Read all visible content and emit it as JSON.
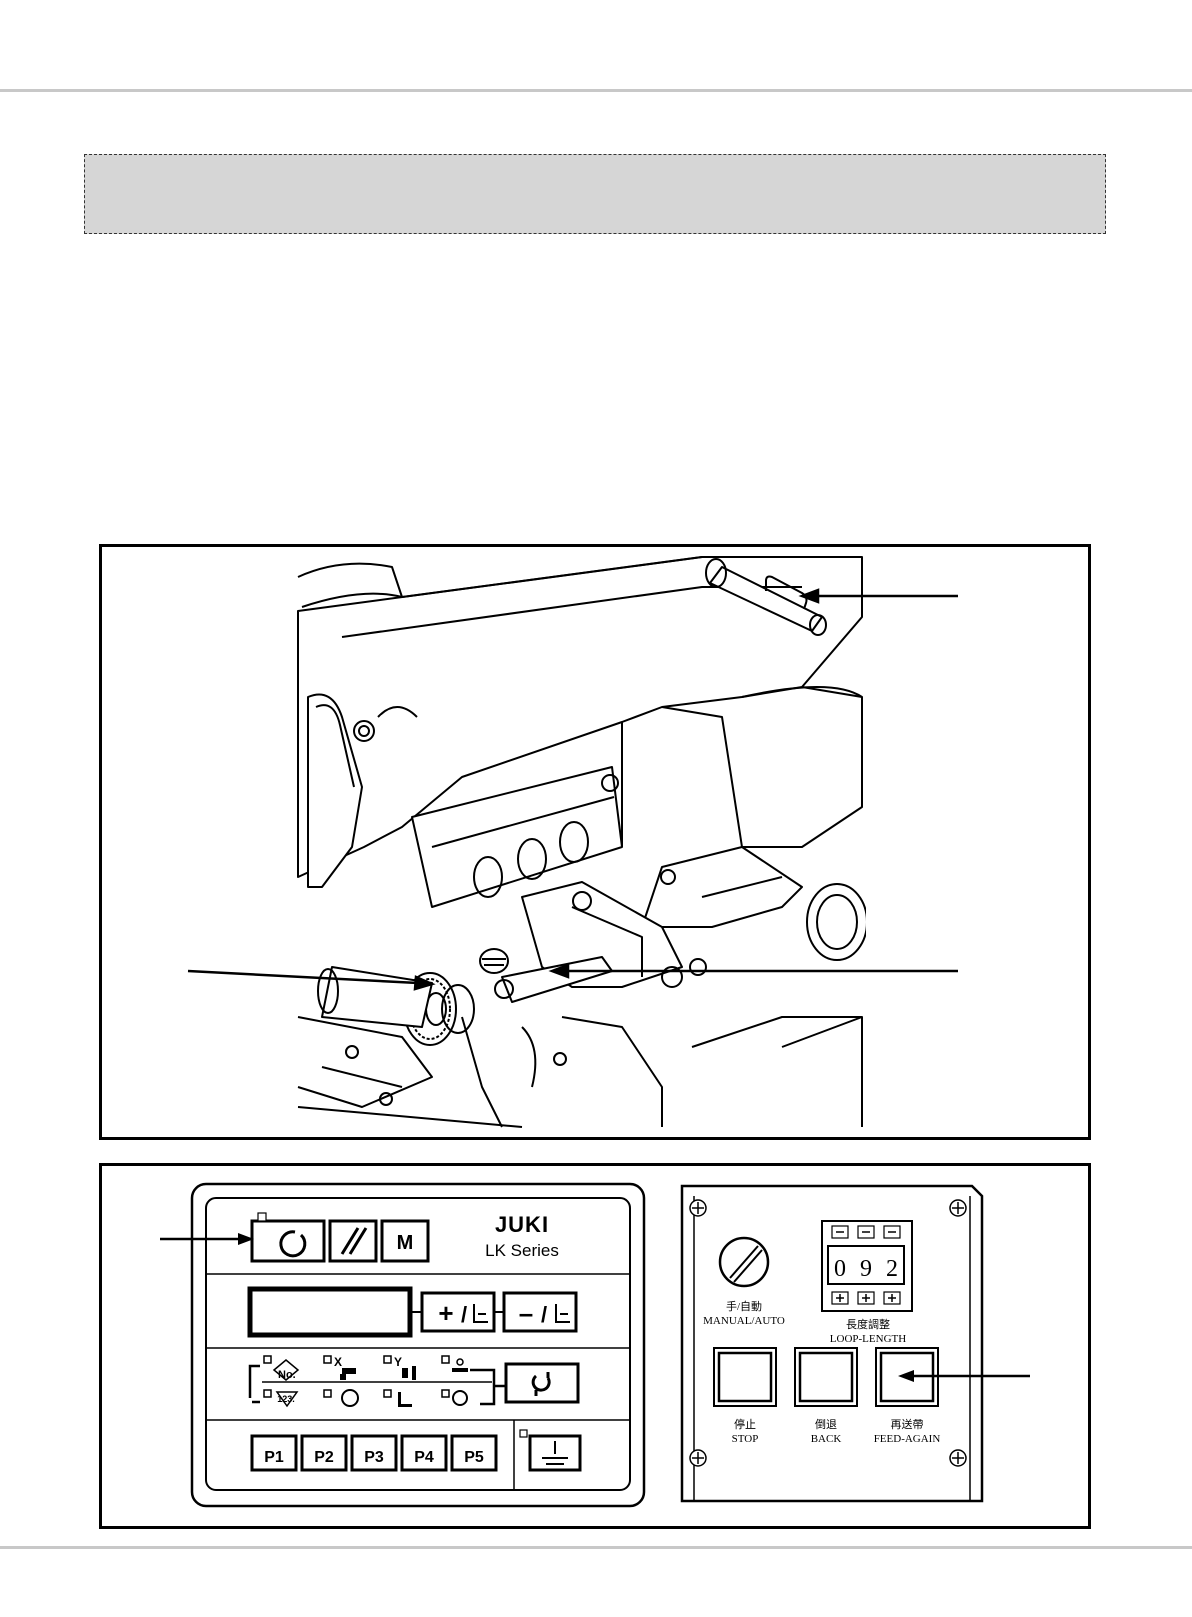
{
  "panel": {
    "brand": "JUKI",
    "series": "LK Series",
    "buttons": {
      "m": "M",
      "no": "No.",
      "x": "X",
      "y": "Y",
      "count": "123.",
      "p1": "P1",
      "p2": "P2",
      "p3": "P3",
      "p4": "P4",
      "p5": "P5"
    }
  },
  "feed_box": {
    "manual_auto_cn": "手/自動",
    "manual_auto": "MANUAL/AUTO",
    "loop_length_cn": "長度調整",
    "loop_length": "LOOP-LENGTH",
    "digits": [
      "0",
      "9",
      "2"
    ],
    "stop_cn": "停止",
    "stop": "STOP",
    "back_cn": "倒退",
    "back": "BACK",
    "feed_again_cn": "再送帶",
    "feed_again": "FEED-AGAIN"
  },
  "colors": {
    "banner": "#d6d6d6",
    "rule": "#c8c8c8",
    "ink": "#000000"
  }
}
